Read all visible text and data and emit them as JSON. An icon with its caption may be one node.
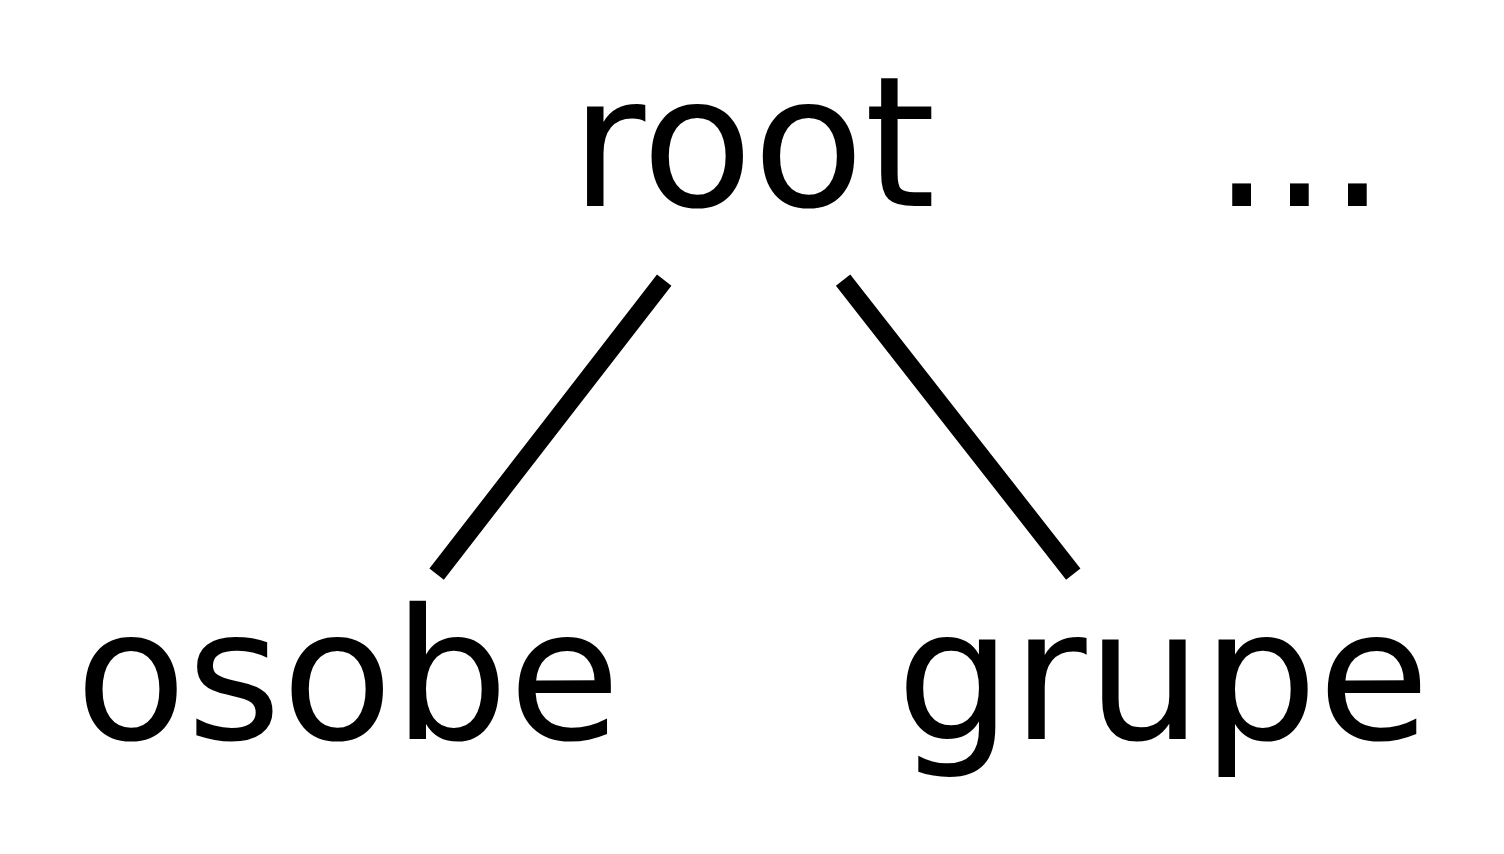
{
  "diagram": {
    "nodes": [
      {
        "text": [
          "root"
        ]
      },
      {
        "text": [
          "osobe"
        ]
      },
      {
        "text": [
          "grupe"
        ]
      }
    ],
    "edges": [
      {
        "from": 0,
        "to": 1,
        "arrow": "none"
      },
      {
        "from": 0,
        "to": 2,
        "arrow": "none"
      }
    ],
    "labels": [
      "..."
    ]
  }
}
